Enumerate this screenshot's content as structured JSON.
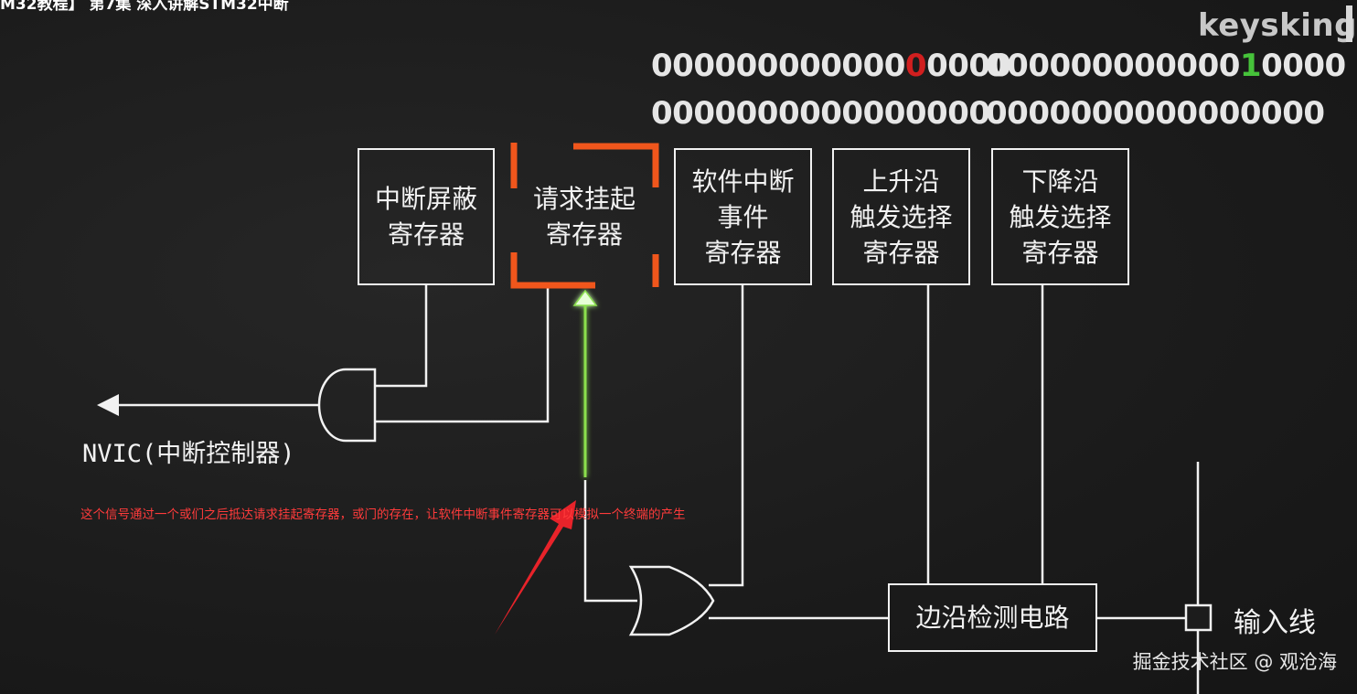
{
  "video_title": "M32教程】 第7集 深入讲解STM32中断",
  "logo_text": "keysking",
  "bit_rows": {
    "left_row1": {
      "before": "000000000000",
      "highlight": "0",
      "after": "0000"
    },
    "left_row2": "0000000000000000",
    "right_row1": {
      "before": "000000000000",
      "highlight": "1",
      "after": "0000"
    },
    "right_row2": "0000000000000000"
  },
  "registers": {
    "imr": "中断屏蔽\n寄存器",
    "pr": "请求挂起\n寄存器",
    "swier": "软件中断\n事件\n寄存器",
    "rtsr": "上升沿\n触发选择\n寄存器",
    "ftsr": "下降沿\n触发选择\n寄存器",
    "edge": "边沿检测电路"
  },
  "labels": {
    "nvic": "NVIC(中断控制器)",
    "input_line": "输入线"
  },
  "annotation": "这个信号通过一个或们之后抵达请求挂起寄存器，或门的存在，让软件中断事件寄存器可以模拟一个终端的产生",
  "watermark": "掘金技术社区 @ 观沧海",
  "colors": {
    "background": "#1c1c1c",
    "wire": "#f2f2f2",
    "highlight_box": "#f0561c",
    "signal_green": "#8be04e",
    "annotation_red": "#ff3b3b",
    "bit_red": "#d11f1f",
    "bit_green": "#46c23a"
  }
}
